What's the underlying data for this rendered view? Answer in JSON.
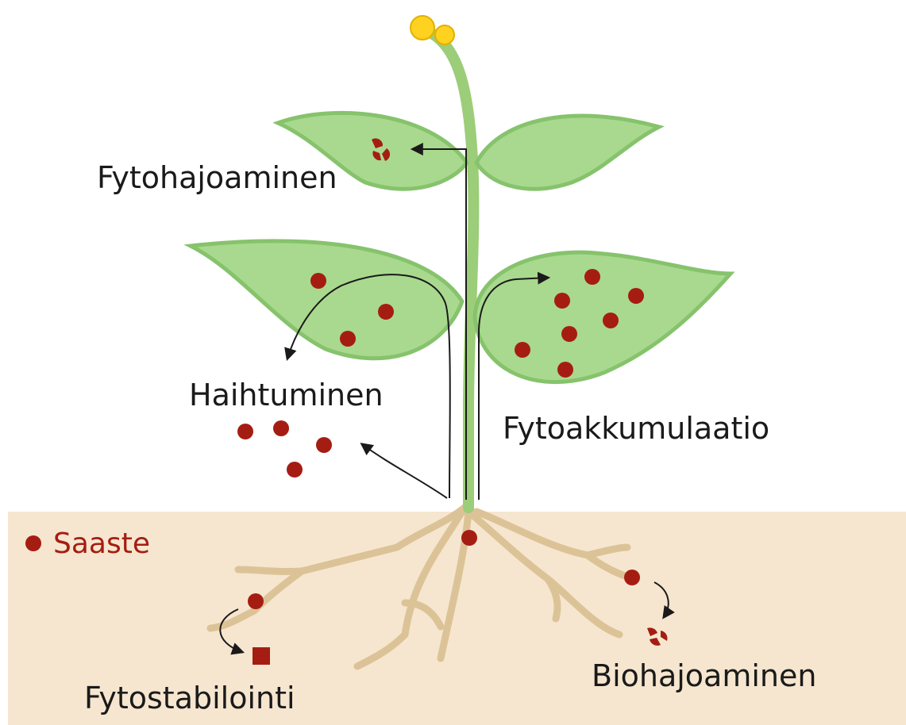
{
  "labels": {
    "fytohajoaminen": "Fytohajoaminen",
    "haihtuminen": "Haihtuminen",
    "fytoakkumulaatio": "Fytoakkumulaatio",
    "fytostabilointi": "Fytostabilointi",
    "biohajoaminen": "Biohajoaminen"
  },
  "legend": {
    "label": "Saaste",
    "color": "#a51d12"
  },
  "colors": {
    "soil": "#f6e6cf",
    "root": "#dcc397",
    "leaf_fill": "#a9d98e",
    "leaf_stroke": "#86c36c",
    "stem": "#9ccd79",
    "flower": "#ffd21f",
    "pollutant": "#a51d12",
    "arrow": "#1a1a1a"
  }
}
